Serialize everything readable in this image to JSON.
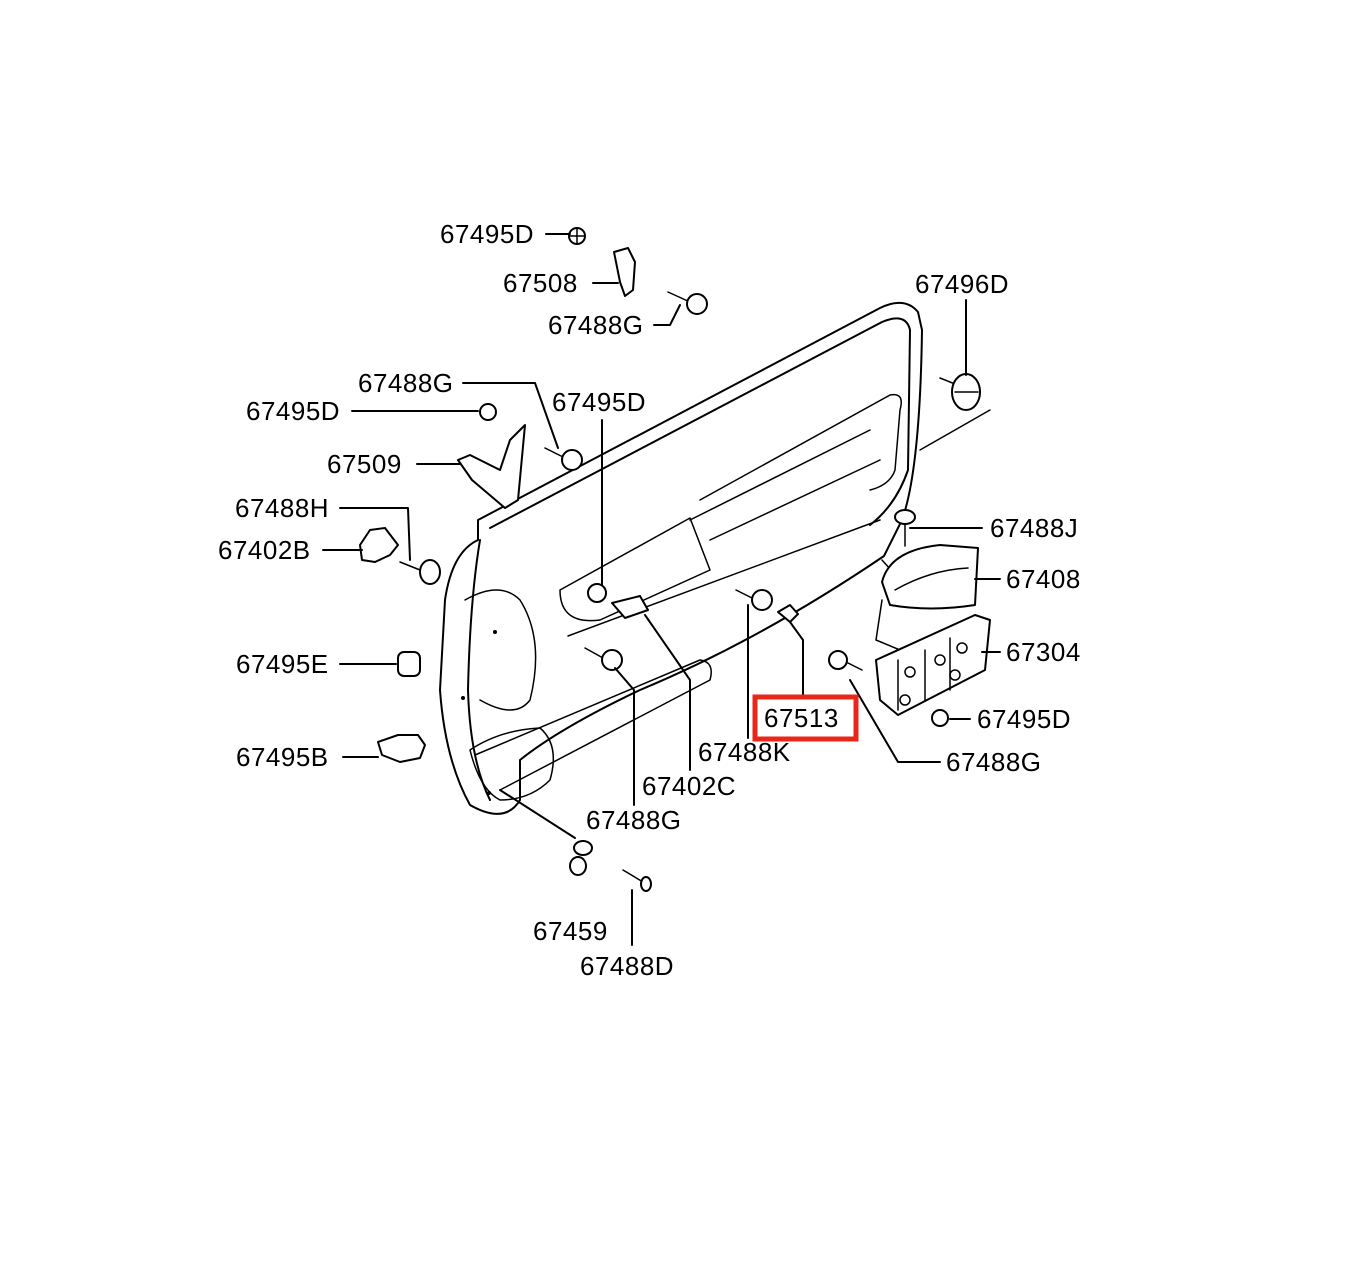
{
  "labels": {
    "p67495D_top": "67495D",
    "p67508": "67508",
    "p67488G_top": "67488G",
    "p67496D": "67496D",
    "p67488G_left": "67488G",
    "p67495D_left": "67495D",
    "p67495D_mid": "67495D",
    "p67509": "67509",
    "p67488H": "67488H",
    "p67402B": "67402B",
    "p67488J": "67488J",
    "p67408": "67408",
    "p67304": "67304",
    "p67495E": "67495E",
    "p67495D_right": "67495D",
    "p67513": "67513",
    "p67495B": "67495B",
    "p67488K": "67488K",
    "p67488G_right": "67488G",
    "p67402C": "67402C",
    "p67488G_bottom": "67488G",
    "p67459": "67459",
    "p67488D": "67488D"
  },
  "highlight": {
    "part": "67513",
    "color": "#e8261a"
  }
}
